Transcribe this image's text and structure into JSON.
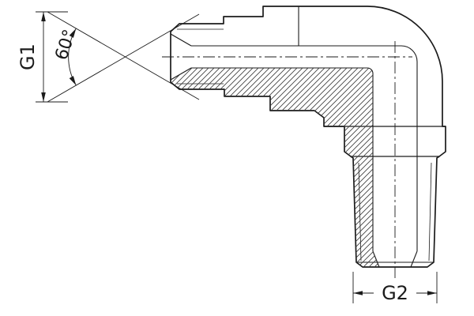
{
  "drawing": {
    "labels": {
      "g1": "G1",
      "angle": "60°",
      "g2": "G2"
    },
    "colors": {
      "line": "#1b1b1b",
      "background": "#ffffff",
      "hatch": "#3a3a3a"
    }
  }
}
